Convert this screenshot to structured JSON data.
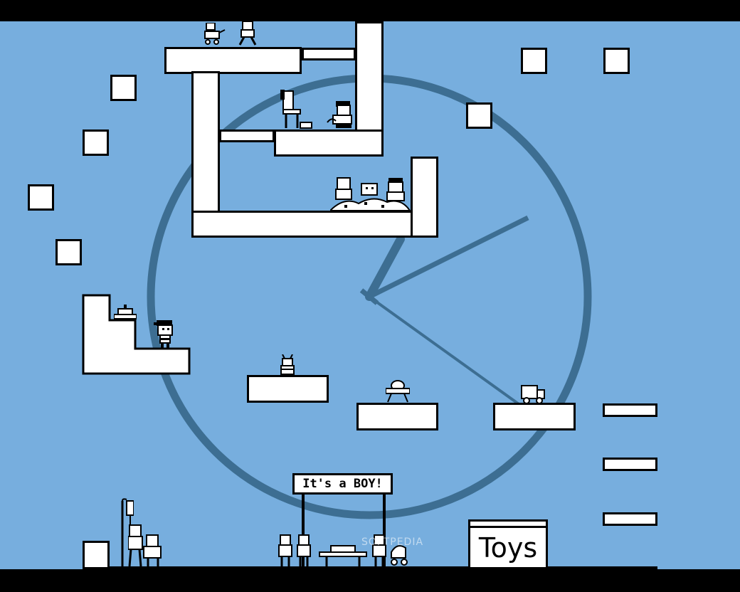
{
  "game": {
    "colors": {
      "sky": "#77aede",
      "clock": "#3d6e92",
      "platform_fill": "#ffffff",
      "outline": "#000000",
      "letterbox": "#000000"
    },
    "clock_hands": {
      "minute_hand": "pointing to about 12 minutes",
      "hour_hand": "pointing toward 1",
      "second_hand": "pointing toward 4"
    },
    "signs": {
      "banner": "It's a BOY!",
      "shop": "Toys"
    },
    "watermark": "SOFTPEDIA"
  }
}
